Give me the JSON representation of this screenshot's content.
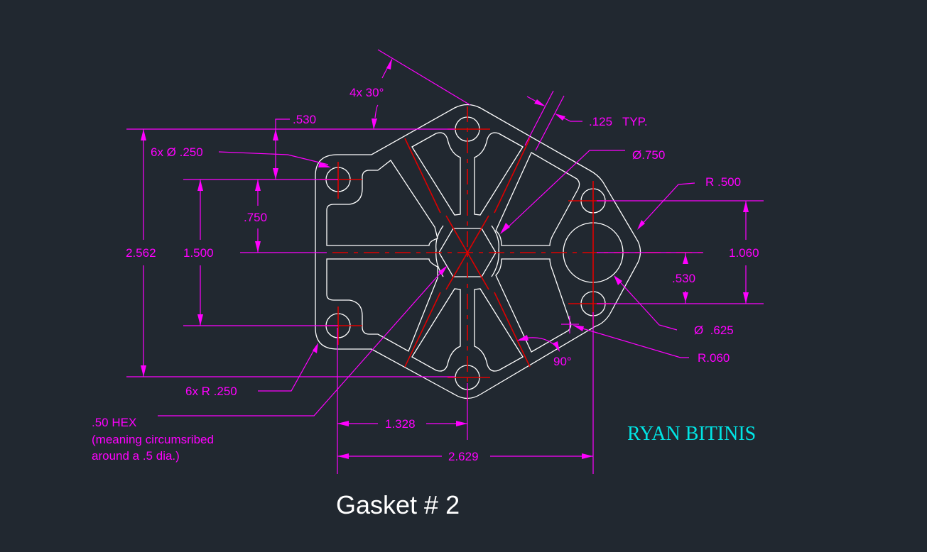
{
  "drawing": {
    "title": "Gasket # 2",
    "author": "RYAN BITINIS",
    "colors": {
      "background": "#212830",
      "geometry": "#ffffff",
      "centerlines": "#e00000",
      "dimensions": "#ff00ff",
      "author": "#00e5e5"
    },
    "dimensions": {
      "overall_height": "2.562",
      "bolt_spacing_vertical": "1.500",
      "half_spacing": ".750",
      "top_offset": ".530",
      "hole_callout": "6x Ø .250",
      "corner_radius": "6x R .250",
      "angle": "4x 30°",
      "web_thickness": ".125   TYP.",
      "center_dia": "Ø.750",
      "lobe_radius": "R .500",
      "right_hole_spacing": "1.060",
      "right_half_spacing": ".530",
      "right_bore": "Ø  .625",
      "fillet_radius": "R.060",
      "right_angle": "90°",
      "center_offset_x": "1.328",
      "overall_width": "2.629"
    },
    "hex_note": {
      "line1": ".50 HEX",
      "line2": "(meaning circumsribed",
      "line3": "around a .5 dia.)"
    }
  }
}
